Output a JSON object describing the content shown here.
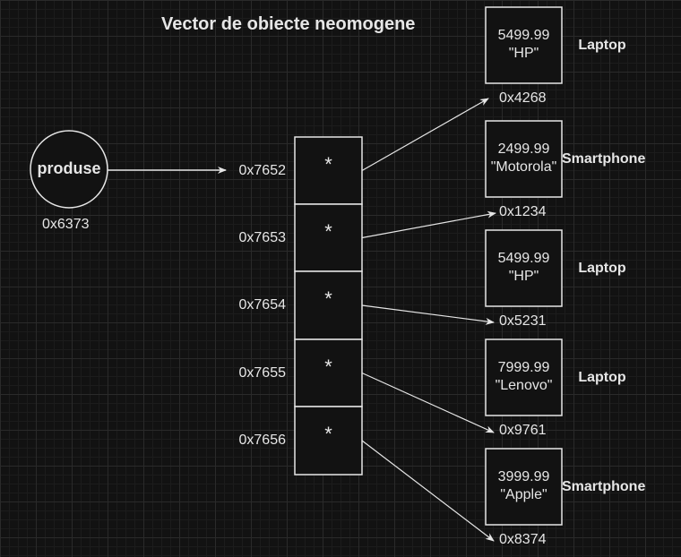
{
  "title": "Vector de obiecte neomogene",
  "pointer": {
    "name": "produse",
    "address": "0x6373"
  },
  "array": [
    {
      "address": "0x7652",
      "value": "*"
    },
    {
      "address": "0x7653",
      "value": "*"
    },
    {
      "address": "0x7654",
      "value": "*"
    },
    {
      "address": "0x7655",
      "value": "*"
    },
    {
      "address": "0x7656",
      "value": "*"
    }
  ],
  "objects": [
    {
      "price": "5499.99",
      "brand": "\"HP\"",
      "type": "Laptop",
      "address": "0x4268"
    },
    {
      "price": "2499.99",
      "brand": "\"Motorola\"",
      "type": "Smartphone",
      "address": "0x1234"
    },
    {
      "price": "5499.99",
      "brand": "\"HP\"",
      "type": "Laptop",
      "address": "0x5231"
    },
    {
      "price": "7999.99",
      "brand": "\"Lenovo\"",
      "type": "Laptop",
      "address": "0x9761"
    },
    {
      "price": "3999.99",
      "brand": "\"Apple\"",
      "type": "Smartphone",
      "address": "0x8374"
    }
  ],
  "colors": {
    "background": "#121212",
    "stroke": "#e6e6e6"
  }
}
